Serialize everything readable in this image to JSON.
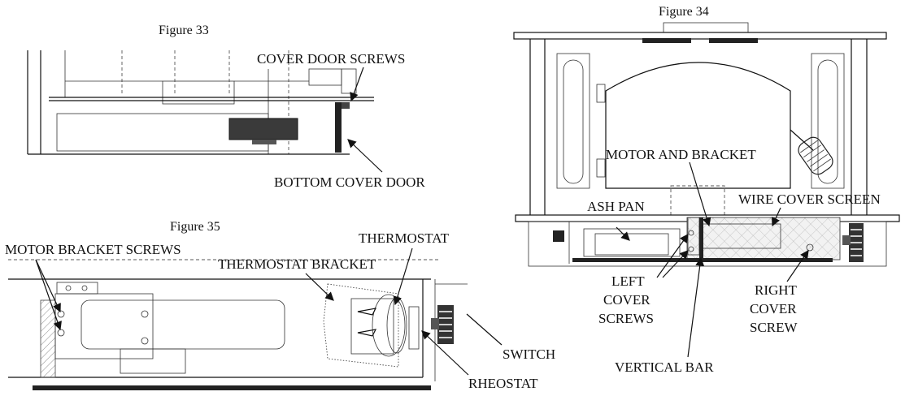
{
  "figures": {
    "fig33": {
      "caption": "Figure 33",
      "labels": {
        "cover_door_screws": "COVER DOOR SCREWS",
        "bottom_cover_door": "BOTTOM COVER DOOR"
      }
    },
    "fig34": {
      "caption": "Figure 34",
      "labels": {
        "motor_and_bracket": "MOTOR AND BRACKET",
        "ash_pan": "ASH PAN",
        "wire_cover_screen": "WIRE COVER SCREEN",
        "left_cover_screws_1": "LEFT",
        "left_cover_screws_2": "COVER",
        "left_cover_screws_3": "SCREWS",
        "right_cover_screw_1": "RIGHT",
        "right_cover_screw_2": "COVER",
        "right_cover_screw_3": "SCREW",
        "vertical_bar": "VERTICAL BAR"
      }
    },
    "fig35": {
      "caption": "Figure 35",
      "labels": {
        "motor_bracket_screws": "MOTOR BRACKET SCREWS",
        "thermostat": "THERMOSTAT",
        "thermostat_bracket": "THERMOSTAT BRACKET",
        "switch": "SWITCH",
        "rheostat": "RHEOSTAT"
      }
    }
  }
}
